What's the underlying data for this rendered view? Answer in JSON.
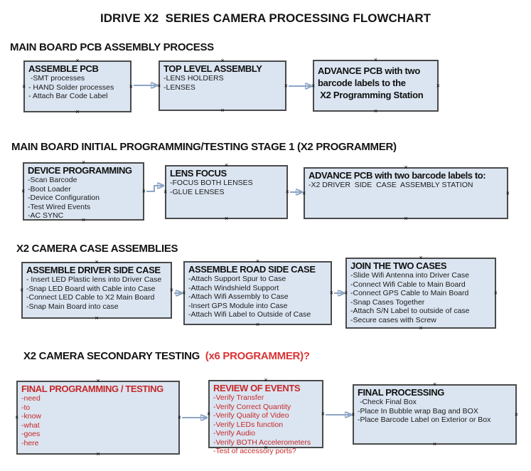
{
  "title": "IDRIVE X2  SERIES CAMERA PROCESSING FLOWCHART",
  "colors": {
    "box_fill": "#dbe5f1",
    "box_border": "#4a4a4a",
    "red_text": "#c62828",
    "heading_red": "#d93434",
    "arrow_line": "#8ca5c6",
    "arrow_head": "#2d4a86"
  },
  "sections": [
    {
      "heading": "MAIN BOARD PCB ASSEMBLY PROCESS",
      "boxes": [
        {
          "title": "ASSEMBLE PCB",
          "items": [
            " -SMT processes",
            "- HAND Solder processes",
            "- Attach Bar Code Label"
          ]
        },
        {
          "title": "TOP LEVEL ASSEMBLY",
          "items": [
            "-LENS HOLDERS",
            "-LENSES"
          ]
        },
        {
          "lines": [
            "ADVANCE PCB with two",
            "barcode labels to the",
            " X2 Programming Station"
          ]
        }
      ]
    },
    {
      "heading": "MAIN BOARD INITIAL PROGRAMMING/TESTING STAGE 1 (X2 PROGRAMMER)",
      "boxes": [
        {
          "title": "DEVICE PROGRAMMING",
          "items": [
            "-Scan Barcode",
            "-Boot Loader",
            "-Device Configuration",
            "-Test Wired Events",
            "-AC SYNC"
          ]
        },
        {
          "title": "LENS FOCUS",
          "items": [
            "-FOCUS BOTH LENSES",
            "-GLUE LENSES"
          ]
        },
        {
          "title": "ADVANCE PCB with two barcode labels to:",
          "items": [
            "-X2 DRIVER  SIDE  CASE  ASSEMBLY STATION"
          ]
        }
      ]
    },
    {
      "heading": "X2 CAMERA CASE ASSEMBLIES",
      "boxes": [
        {
          "title": "ASSEMBLE DRIVER SIDE CASE",
          "items": [
            "- Insert LED Plastic lens into Driver Case",
            "-Snap LED Board with Cable into Case",
            "-Connect LED Cable to X2 Main Board",
            "-Snap Main Board into case"
          ]
        },
        {
          "title": "ASSEMBLE ROAD SIDE CASE",
          "items": [
            "-Attach Support Spur to Case",
            "-Attach Windshield Support",
            "-Attach Wifi Assembly to Case",
            "-Insert GPS Module into Case",
            "-Attach Wifi Label to Outside of Case"
          ]
        },
        {
          "title": "JOIN THE TWO CASES",
          "items": [
            "-Slide Wifi Antenna into Driver Case",
            "-Connect Wifi Cable to Main Board",
            "-Connect GPS Cable to Main Board",
            "-Snap Cases Together",
            "-Attach S/N Label to outside of case",
            "-Secure cases with Screw"
          ]
        }
      ]
    },
    {
      "heading": "X2 CAMERA SECONDARY TESTING  ",
      "heading_red": "(x6 PROGRAMMER)?",
      "boxes": [
        {
          "title": "FINAL PROGRAMMING / TESTING",
          "accent": "red",
          "items": [
            "-need",
            "-to",
            "-know",
            "-what",
            "-goes",
            "-here"
          ]
        },
        {
          "title": "REVIEW OF EVENTS",
          "accent": "red",
          "items": [
            "-Verify Transfer",
            "-Verify Correct Quantity",
            "-Verify Quality of Video",
            "-Verify LEDs function",
            "-Verify Audio",
            "-Verify BOTH Accelerometers",
            "-Test of accessory ports?"
          ]
        },
        {
          "title": "FINAL PROCESSING",
          "items": [
            " -Check Final Box",
            "-Place In Bubble wrap Bag and BOX",
            "-Place Barcode Label on Exterior or Box"
          ]
        }
      ]
    }
  ]
}
